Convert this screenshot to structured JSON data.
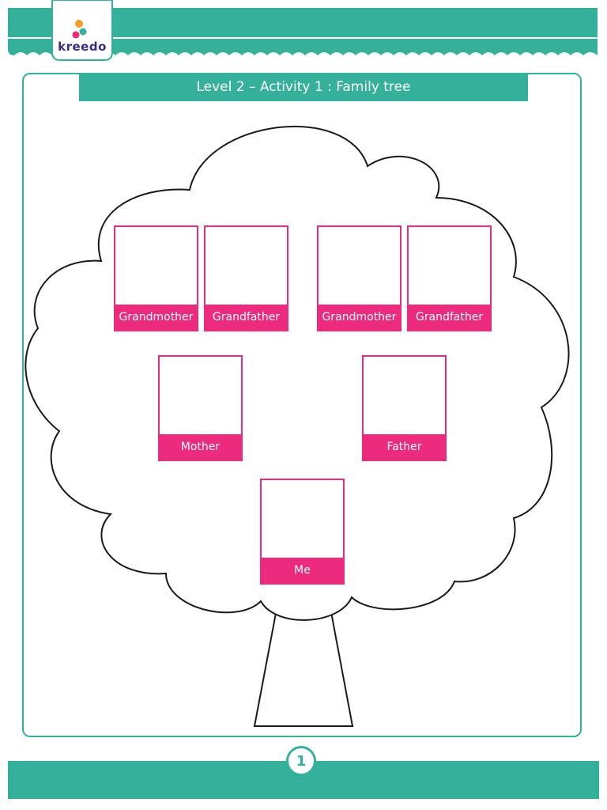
{
  "brand": {
    "logo_text": "kreedo",
    "dot_colors": [
      "#f39c2b",
      "#ec2b7f",
      "#35b09a"
    ]
  },
  "header": {
    "title": "Level 2 – Activity 1 : Family tree"
  },
  "tree": {
    "cards": [
      {
        "label": "Grandmother"
      },
      {
        "label": "Grandfather"
      },
      {
        "label": "Grandmother"
      },
      {
        "label": "Grandfather"
      },
      {
        "label": "Mother"
      },
      {
        "label": "Father"
      },
      {
        "label": "Me"
      }
    ]
  },
  "footer": {
    "page_number": "1"
  },
  "colors": {
    "teal": "#35b09a",
    "pink": "#ec2b7f"
  }
}
